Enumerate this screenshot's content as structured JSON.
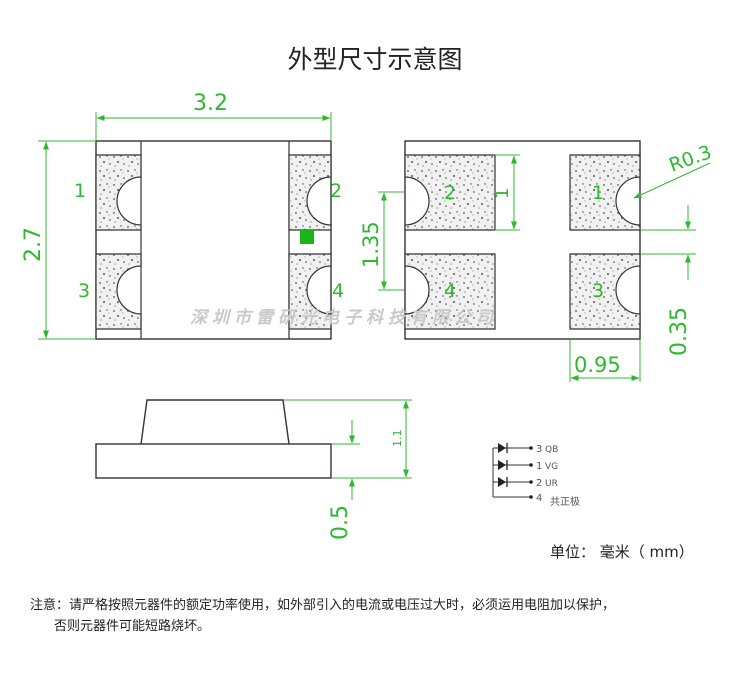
{
  "title": "外型尺寸示意图",
  "unit_label": "单位： 毫米（ mm）",
  "note": {
    "line1": "注意：请严格按照元器件的额定功率使用，如外部引入的电流或电压过大时，必须运用电阻加以保护，",
    "line2": "否则元器件可能短路烧坏。"
  },
  "watermark": "深圳市雷研光电子科技有限公司",
  "top_view": {
    "width_dim": "3.2",
    "height_dim": "2.7",
    "pins": [
      "1",
      "2",
      "3",
      "4"
    ]
  },
  "bottom_view": {
    "radius_dim": "R0.3",
    "pad_height_dim": "1",
    "pitch_dim": "1.35",
    "pad_width_dim": "0.95",
    "gap_dim": "0.35",
    "pins": [
      "2",
      "1",
      "4",
      "3"
    ]
  },
  "side_view": {
    "height_dim": "1.1",
    "base_dim": "0.5"
  },
  "circuit": {
    "pins": [
      "3",
      "1",
      "2",
      "4"
    ],
    "labels": [
      "QB",
      "VG",
      "UR",
      "共正极"
    ]
  },
  "colors": {
    "dimension": "#2fb82f",
    "outline": "#333333",
    "marker": "#1ab51a"
  }
}
